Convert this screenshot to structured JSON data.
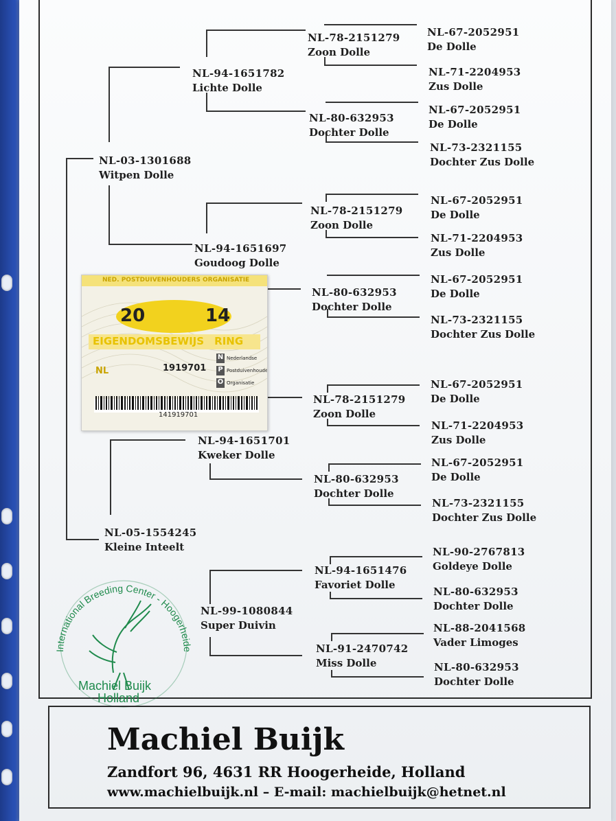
{
  "pedigree": {
    "subject": {
      "ring": "NL-03-1301688",
      "name": "Witpen Dolle"
    },
    "dam": {
      "ring": "NL-05-1554245",
      "name": "Kleine Inteelt"
    },
    "gen2": [
      {
        "ring": "NL-94-1651782",
        "name": "Lichte Dolle"
      },
      {
        "ring": "NL-94-1651697",
        "name": "Goudoog Dolle"
      },
      {
        "ring": "NL-94-1651701",
        "name": "Kweker Dolle"
      },
      {
        "ring": "NL-99-1080844",
        "name": "Super Duivin"
      }
    ],
    "gen3": [
      {
        "ring": "NL-78-2151279",
        "name": "Zoon Dolle"
      },
      {
        "ring": "NL-80-632953",
        "name": "Dochter Dolle"
      },
      {
        "ring": "NL-78-2151279",
        "name": "Zoon Dolle"
      },
      {
        "ring": "NL-80-632953",
        "name": "Dochter Dolle"
      },
      {
        "ring": "NL-78-2151279",
        "name": "Zoon Dolle"
      },
      {
        "ring": "NL-80-632953",
        "name": "Dochter Dolle"
      },
      {
        "ring": "NL-94-1651476",
        "name": "Favoriet Dolle"
      },
      {
        "ring": "NL-91-2470742",
        "name": "Miss Dolle"
      }
    ],
    "gen4": [
      {
        "ring": "NL-67-2052951",
        "name": "De Dolle"
      },
      {
        "ring": "NL-71-2204953",
        "name": "Zus Dolle"
      },
      {
        "ring": "NL-67-2052951",
        "name": "De Dolle"
      },
      {
        "ring": "NL-73-2321155",
        "name": "Dochter Zus Dolle"
      },
      {
        "ring": "NL-67-2052951",
        "name": "De Dolle"
      },
      {
        "ring": "NL-71-2204953",
        "name": "Zus Dolle"
      },
      {
        "ring": "NL-67-2052951",
        "name": "De Dolle"
      },
      {
        "ring": "NL-73-2321155",
        "name": "Dochter Zus Dolle"
      },
      {
        "ring": "NL-67-2052951",
        "name": "De Dolle"
      },
      {
        "ring": "NL-71-2204953",
        "name": "Zus Dolle"
      },
      {
        "ring": "NL-67-2052951",
        "name": "De Dolle"
      },
      {
        "ring": "NL-73-2321155",
        "name": "Dochter Zus Dolle"
      },
      {
        "ring": "NL-90-2767813",
        "name": "Goldeye Dolle"
      },
      {
        "ring": "NL-80-632953",
        "name": "Dochter Dolle"
      },
      {
        "ring": "NL-88-2041568",
        "name": "Vader Limoges"
      },
      {
        "ring": "NL-80-632953",
        "name": "Dochter Dolle"
      }
    ]
  },
  "card": {
    "header": "NED. POSTDUIVENHOUDERS ORGANISATIE",
    "year_left": "20",
    "year_right": "14",
    "title": "EIGENDOMSBEWIJS",
    "title_suffix": "RING",
    "country": "NL",
    "ring_number": "1919701",
    "org_lines": [
      "Nederlandse",
      "Postduivenhouders",
      "Organisatie"
    ],
    "org_initials": [
      "N",
      "P",
      "O"
    ],
    "barcode_number": "141919701"
  },
  "stamp": {
    "arc_text": "International Breeding Center - Hoogerheide - Holland",
    "inner_line1": "Machiel Buijk",
    "inner_line2": "Holland",
    "color": "#1f8a4c"
  },
  "footer": {
    "name": "Machiel Buijk",
    "address": "Zandfort 96, 4631 RR Hoogerheide, Holland",
    "web_email": "www.machielbuijk.nl  –  E-mail: machielbuijk@hetnet.nl"
  },
  "colors": {
    "binder_blue": "#2a52b8",
    "card_yellow": "#f2d21e",
    "ink": "#1f1f1f"
  }
}
